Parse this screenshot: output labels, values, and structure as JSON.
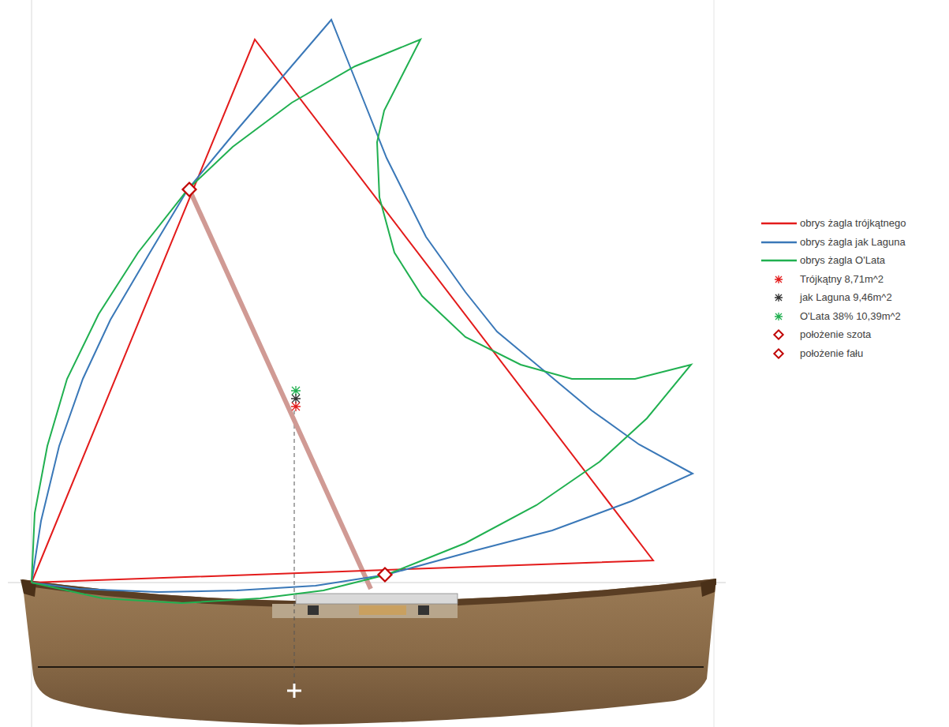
{
  "diagram": {
    "legend": [
      {
        "text": "obrys żagla trójkątnego"
      },
      {
        "text": "obrys żagla jak Laguna"
      },
      {
        "text": "obrys żagla O'Lata"
      },
      {
        "text": "Trójkątny 8,71m^2"
      },
      {
        "text": "jak Laguna 9,46m^2"
      },
      {
        "text": "O'Lata 38% 10,39m^2"
      },
      {
        "text": "położenie szota"
      },
      {
        "text": "położenie fału"
      }
    ]
  }
}
